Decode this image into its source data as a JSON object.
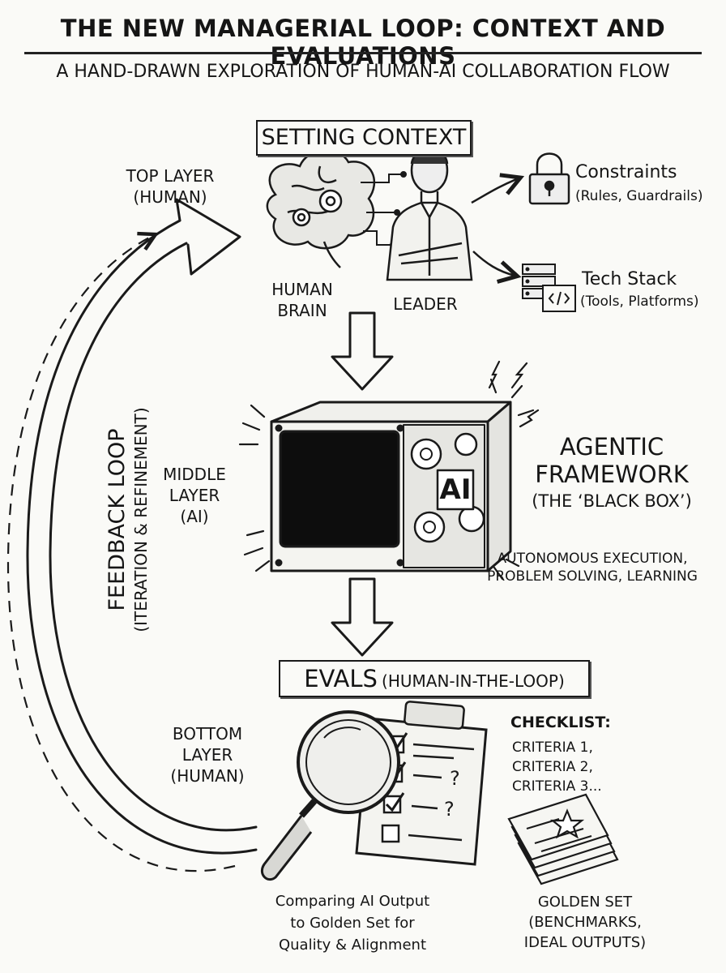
{
  "title": "THE NEW MANAGERIAL LOOP: CONTEXT AND EVALUATIONS",
  "subtitle": "A HAND-DRAWN EXPLORATION OF HUMAN-AI COLLABORATION FLOW",
  "top": {
    "heading": "SETTING CONTEXT",
    "layer_line1": "TOP LAYER",
    "layer_line2": "(HUMAN)",
    "brain_line1": "HUMAN",
    "brain_line2": "BRAIN",
    "leader": "LEADER",
    "constraints_title": "Constraints",
    "constraints_sub": "(Rules, Guardrails)",
    "techstack_title": "Tech Stack",
    "techstack_sub": "(Tools, Platforms)"
  },
  "middle": {
    "layer_line1": "MIDDLE",
    "layer_line2": "LAYER",
    "layer_line3": "(AI)",
    "cube_text": "AI",
    "framework_line1": "AGENTIC",
    "framework_line2": "FRAMEWORK",
    "framework_line3": "(THE ‘BLACK BOX’)",
    "desc_line1": "AUTONOMOUS EXECUTION,",
    "desc_line2": "PROBLEM SOLVING, LEARNING"
  },
  "bottom": {
    "heading_main": "EVALS",
    "heading_sub": "(HUMAN-IN-THE-LOOP)",
    "layer_line1": "BOTTOM",
    "layer_line2": "LAYER",
    "layer_line3": "(HUMAN)",
    "checklist_title": "CHECKLIST:",
    "criteria": [
      "CRITERIA 1,",
      "CRITERIA 2,",
      "CRITERIA 3..."
    ],
    "compare_line1": "Comparing AI Output",
    "compare_line2": "to Golden Set for",
    "compare_line3": "Quality & Alignment",
    "golden_line1": "GOLDEN SET",
    "golden_line2": "(BENCHMARKS,",
    "golden_line3": "IDEAL OUTPUTS)"
  },
  "feedback": {
    "line1": "FEEDBACK LOOP",
    "line2": "(ITERATION & REFINEMENT)"
  }
}
